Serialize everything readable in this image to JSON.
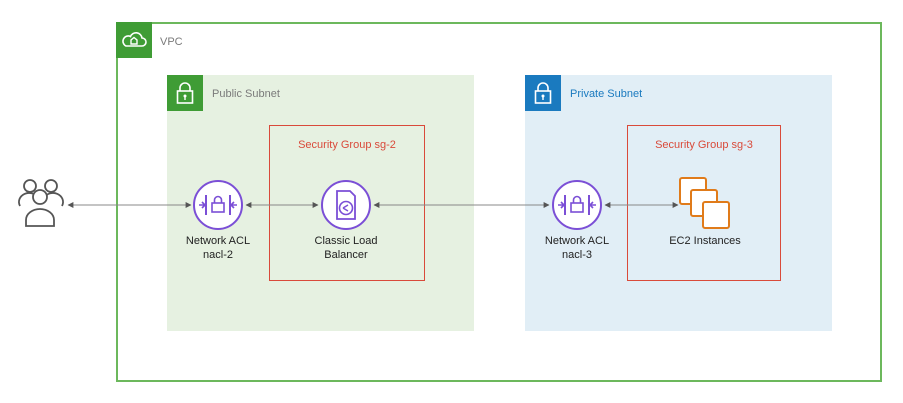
{
  "vpc": {
    "label": "VPC"
  },
  "public_subnet": {
    "label": "Public Subnet"
  },
  "private_subnet": {
    "label": "Private Subnet"
  },
  "security_groups": {
    "sg2": "Security Group sg-2",
    "sg3": "Security Group sg-3"
  },
  "nodes": {
    "nacl2": {
      "line1": "Network ACL",
      "line2": "nacl-2"
    },
    "clb": {
      "line1": "Classic Load",
      "line2": "Balancer"
    },
    "nacl3": {
      "line1": "Network ACL",
      "line2": "nacl-3"
    },
    "ec2": {
      "line1": "EC2 Instances"
    }
  },
  "icons": {
    "users": "users-icon",
    "cloud": "cloud-icon",
    "lock": "lock-icon",
    "nacl": "network-acl-icon",
    "clb": "classic-load-balancer-icon",
    "ec2": "ec2-instances-icon"
  },
  "colors": {
    "vpc_green": "#3f9c35",
    "private_blue": "#1a7abf",
    "security_group_red": "#d94a3a",
    "network_purple": "#7b4fd6",
    "compute_orange": "#e07b1a"
  }
}
